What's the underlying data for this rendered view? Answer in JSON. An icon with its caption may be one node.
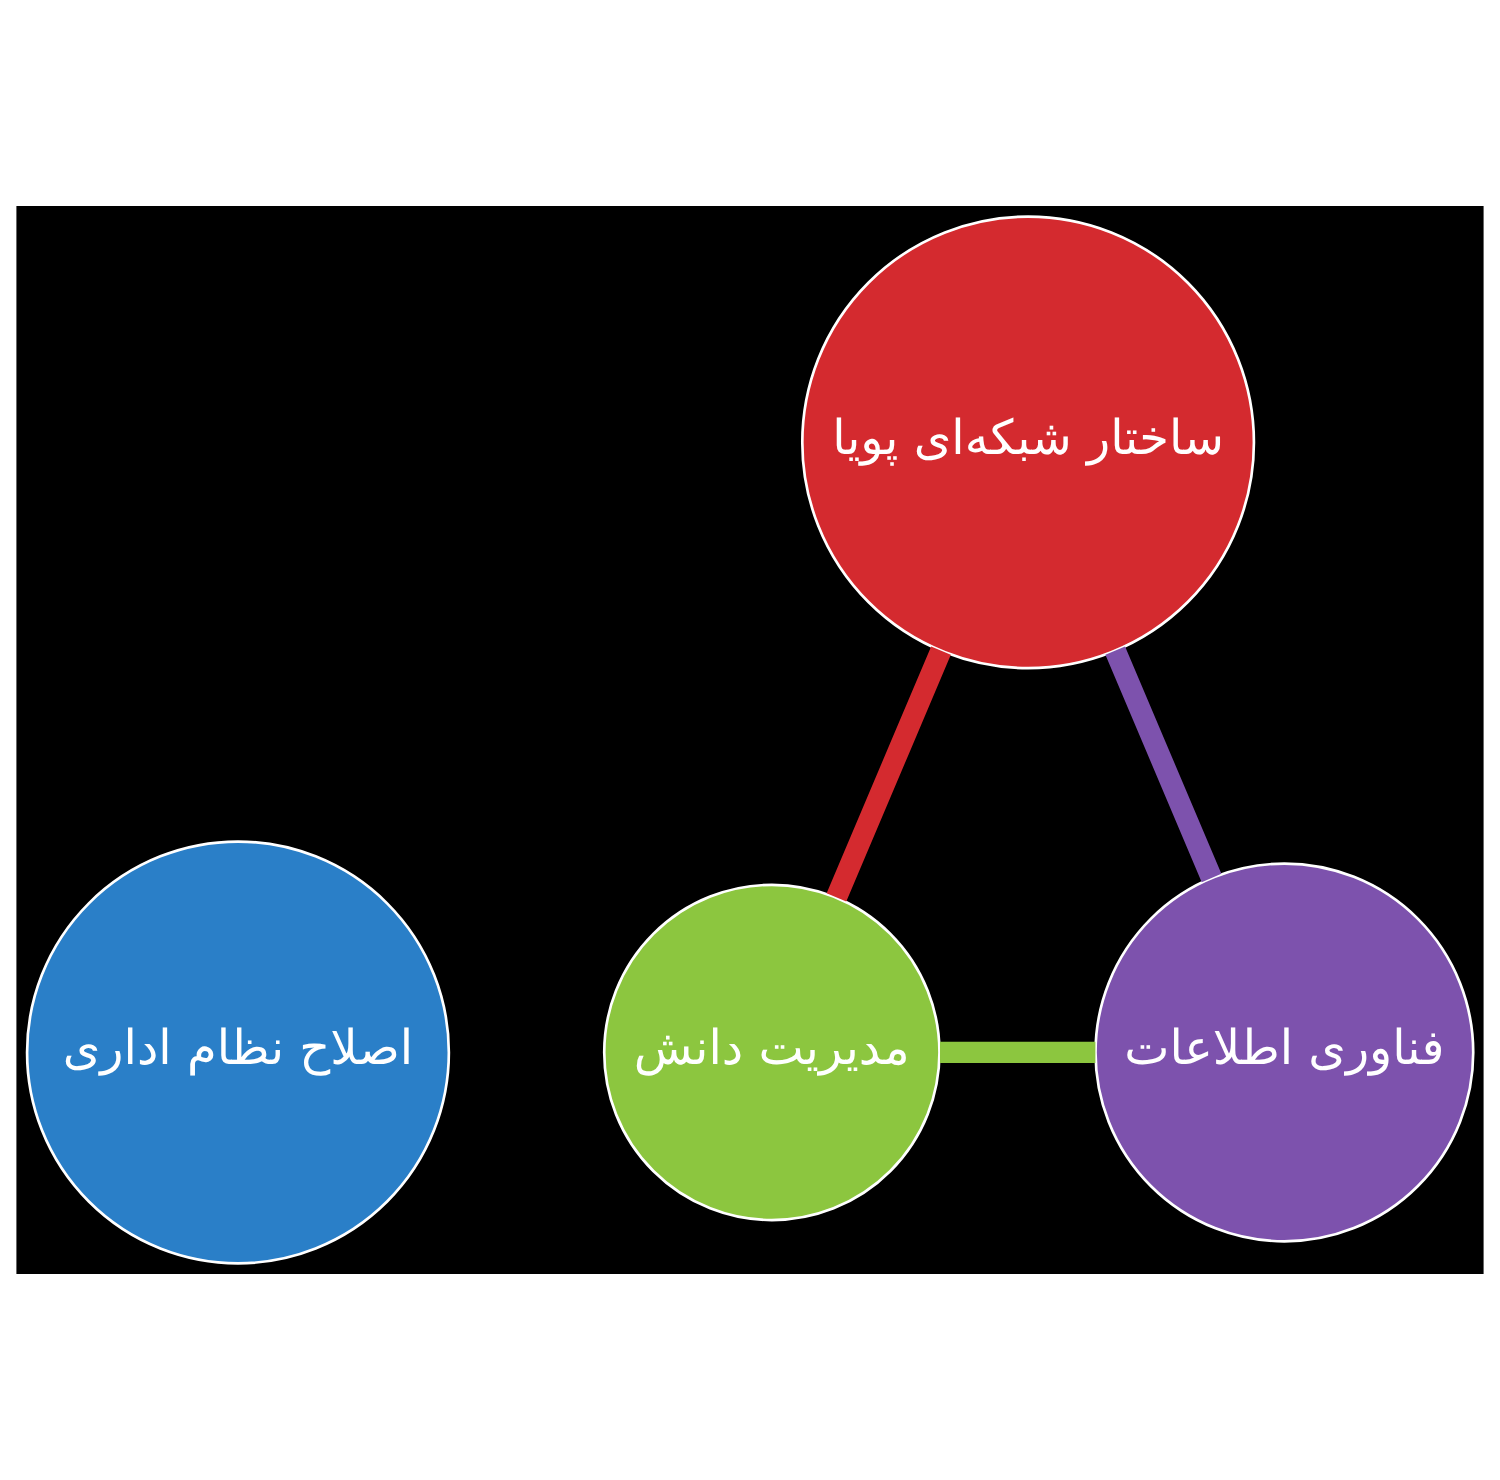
{
  "diagram": {
    "nodes": [
      {
        "text": [
          "اصلاح نظام اداری"
        ]
      },
      {
        "text": [
          "ساختار شبکه‌ای پویا"
        ]
      },
      {
        "text": [
          "مدیریت دانش"
        ]
      },
      {
        "text": [
          "فناوری اطلاعات"
        ]
      }
    ],
    "edges": [
      {
        "from": 1,
        "to": 2,
        "arrow": "none",
        "color": "#d42a2f"
      },
      {
        "from": 2,
        "to": 3,
        "arrow": "none",
        "color": "#8cc63f"
      },
      {
        "from": 3,
        "to": 1,
        "arrow": "none",
        "color": "#7d52ad"
      }
    ]
  }
}
